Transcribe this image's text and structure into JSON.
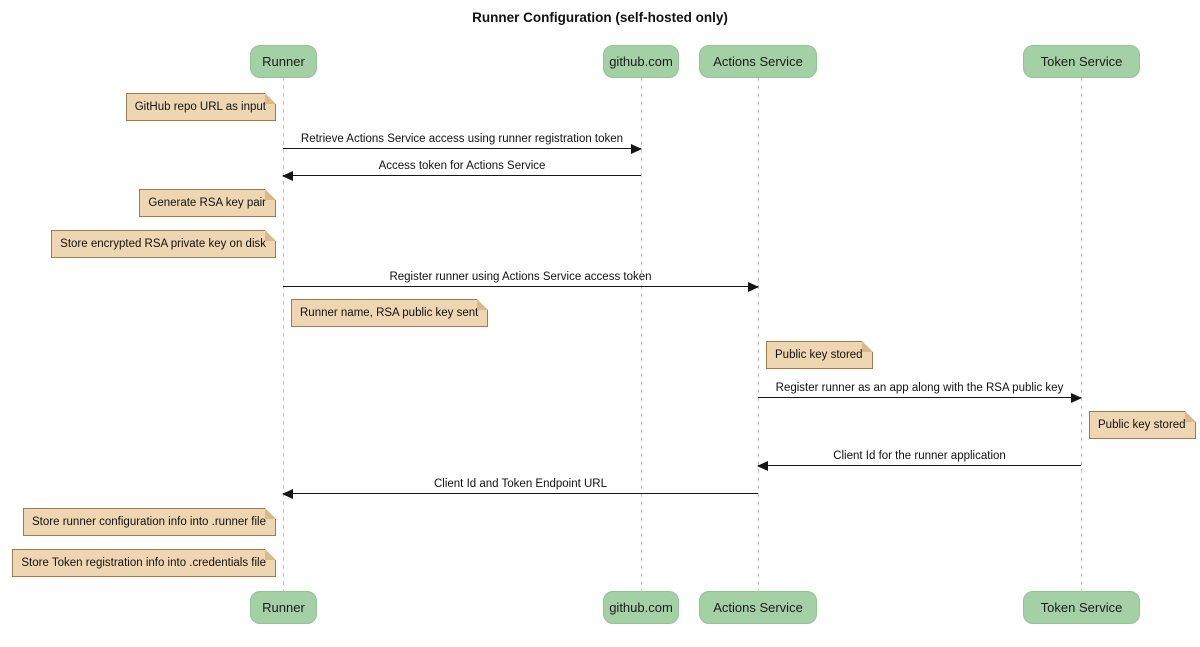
{
  "title": "Runner Configuration (self-hosted only)",
  "actors": [
    {
      "name": "Runner"
    },
    {
      "name": "github.com"
    },
    {
      "name": "Actions Service"
    },
    {
      "name": "Token Service"
    }
  ],
  "messages": [
    {
      "from": "Runner",
      "to": "github.com",
      "text": "Retrieve Actions Service access using runner registration token"
    },
    {
      "from": "github.com",
      "to": "Runner",
      "text": "Access token for Actions Service"
    },
    {
      "from": "Runner",
      "to": "Actions Service",
      "text": "Register runner using Actions Service access token"
    },
    {
      "from": "Actions Service",
      "to": "Token Service",
      "text": "Register runner as an app along with the RSA public key"
    },
    {
      "from": "Token Service",
      "to": "Actions Service",
      "text": "Client Id for the runner application"
    },
    {
      "from": "Actions Service",
      "to": "Runner",
      "text": "Client Id and Token Endpoint URL"
    }
  ],
  "notes": [
    {
      "position": "left of Runner",
      "text": "GitHub repo URL as input"
    },
    {
      "position": "left of Runner",
      "text": "Generate RSA key pair"
    },
    {
      "position": "left of Runner",
      "text": "Store encrypted RSA private key on disk"
    },
    {
      "position": "right of Runner",
      "text": "Runner name, RSA public key sent"
    },
    {
      "position": "right of Actions Service",
      "text": "Public key stored"
    },
    {
      "position": "right of Token Service",
      "text": "Public key stored"
    },
    {
      "position": "left of Runner",
      "text": "Store runner configuration info into .runner file"
    },
    {
      "position": "left of Runner",
      "text": "Store Token registration info into .credentials file"
    }
  ],
  "colors": {
    "actor_fill": "#a4d0a6",
    "actor_border": "#93c295",
    "note_fill": "#eed6b3",
    "note_border": "#9b7b50",
    "note_fold": "#d9b98c",
    "lifeline": "#c8c8c8",
    "arrow": "#161616",
    "background": "#ffffff"
  }
}
